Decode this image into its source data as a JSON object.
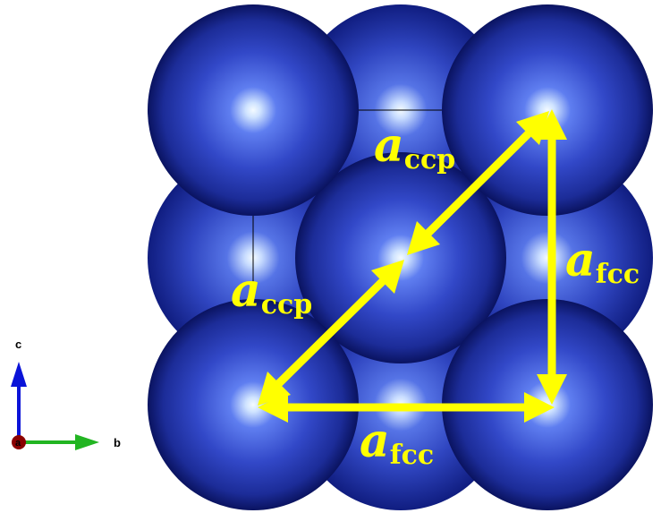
{
  "labels": {
    "diagonal_top": {
      "main": "a",
      "sub": "ccp"
    },
    "diagonal_left": {
      "main": "a",
      "sub": "ccp"
    },
    "vertical_right": {
      "main": "a",
      "sub": "fcc"
    },
    "horizontal_bottom": {
      "main": "a",
      "sub": "fcc"
    }
  },
  "axes": {
    "c_label": "c",
    "a_label": "a",
    "b_label": "b"
  },
  "colors": {
    "sphere_highlight": "#f4fbff",
    "sphere_mid": "#3f56d8",
    "sphere_dark": "#0a1360",
    "back_sphere_mid": "#3a52c8",
    "arrow_yellow": "#ffff00",
    "label_yellow": "#ffff00",
    "axis_c": "#0a13d8",
    "axis_b": "#22b522",
    "axis_a": "#8b0000"
  }
}
